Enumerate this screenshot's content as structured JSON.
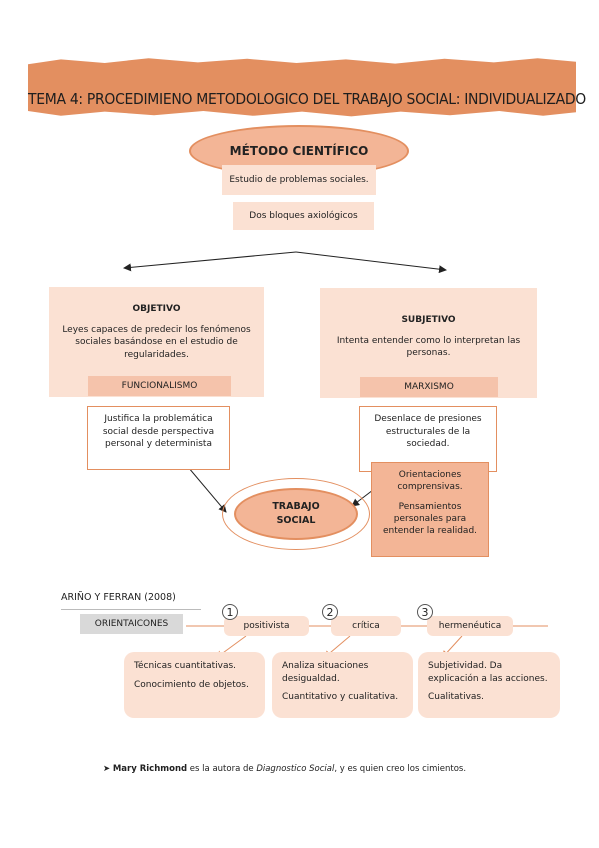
{
  "header": {
    "title": "TEMA 4: PROCEDIMIENO METODOLOGICO DEL TRABAJO SOCIAL: INDIVIDUALIZADO"
  },
  "method": {
    "title": "MÉTODO CIENTÍFICO",
    "study": "Estudio de problemas sociales.",
    "blocks": "Dos bloques axiológicos"
  },
  "objetivo": {
    "title": "OBJETIVO",
    "desc": "Leyes capaces de predecir los fenómenos sociales basándose en el estudio de regularidades.",
    "school": "FUNCIONALISMO",
    "justification": "Justifica la problemática social desde perspectiva personal y determinista"
  },
  "subjetivo": {
    "title": "SUBJETIVO",
    "desc": "Intenta entender como lo interpretan las personas.",
    "school": "MARXISMO",
    "outcome": "Desenlace de presiones estructurales de la sociedad.",
    "orient1": "Orientaciones comprensivas.",
    "orient2": "Pensamientos personales para entender la realidad."
  },
  "center": {
    "line1": "TRABAJO",
    "line2": "SOCIAL"
  },
  "orientations": {
    "author": "ARIÑO Y FERRAN (2008)",
    "label": "ORIENTAICONES",
    "items": [
      {
        "num": "1",
        "name": "positivista",
        "notes": [
          "Técnicas cuantitativas.",
          "Conocimiento de objetos."
        ]
      },
      {
        "num": "2",
        "name": "crítica",
        "notes": [
          "Analiza situaciones desigualdad.",
          "Cuantitativo y cualitativa."
        ]
      },
      {
        "num": "3",
        "name": "hermenéutica",
        "notes": [
          "Subjetividad. Da explicación a las acciones.",
          "Cualitativas."
        ]
      }
    ]
  },
  "footer": {
    "name": "Mary Richmond",
    "text_before": " es la autora de ",
    "work": "Diagnostico Social",
    "text_after": ", y es quien creo los cimientos."
  },
  "colors": {
    "accent": "#e38f60",
    "peach_light": "#fbe1d3",
    "peach_mid": "#f3b596"
  }
}
